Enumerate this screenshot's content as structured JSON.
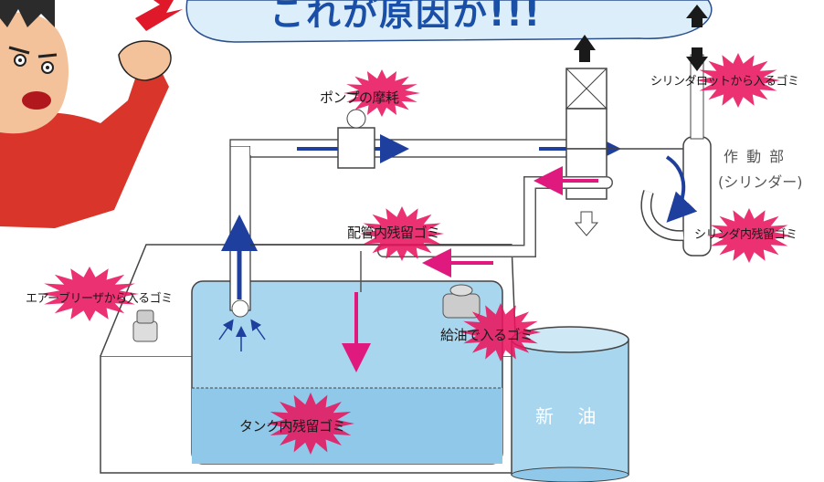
{
  "banner": {
    "text": "これが原因か!!!"
  },
  "labels": {
    "pump_wear": "ポンプの摩耗",
    "cylinder_rod": "シリンダロットから入るゴミ",
    "actuator_line1": "作 動 部",
    "actuator_line2": "(シリンダー)",
    "cylinder_residue": "シリンダ内残留ゴミ",
    "pipe_residue": "配管内残留ゴミ",
    "air_breather": "エアーブリーザから入るゴミ",
    "refill_dust": "給油で入るゴミ",
    "tank_residue": "タンク内残留ゴミ",
    "new_oil": "新 油"
  },
  "colors": {
    "flow_blue": "#1e3f9e",
    "flow_pink": "#e0197e",
    "burst": "#e8155f",
    "tank_water": "#a9d6ef",
    "bubble": "#dceefa",
    "shirt": "#d9352a"
  }
}
